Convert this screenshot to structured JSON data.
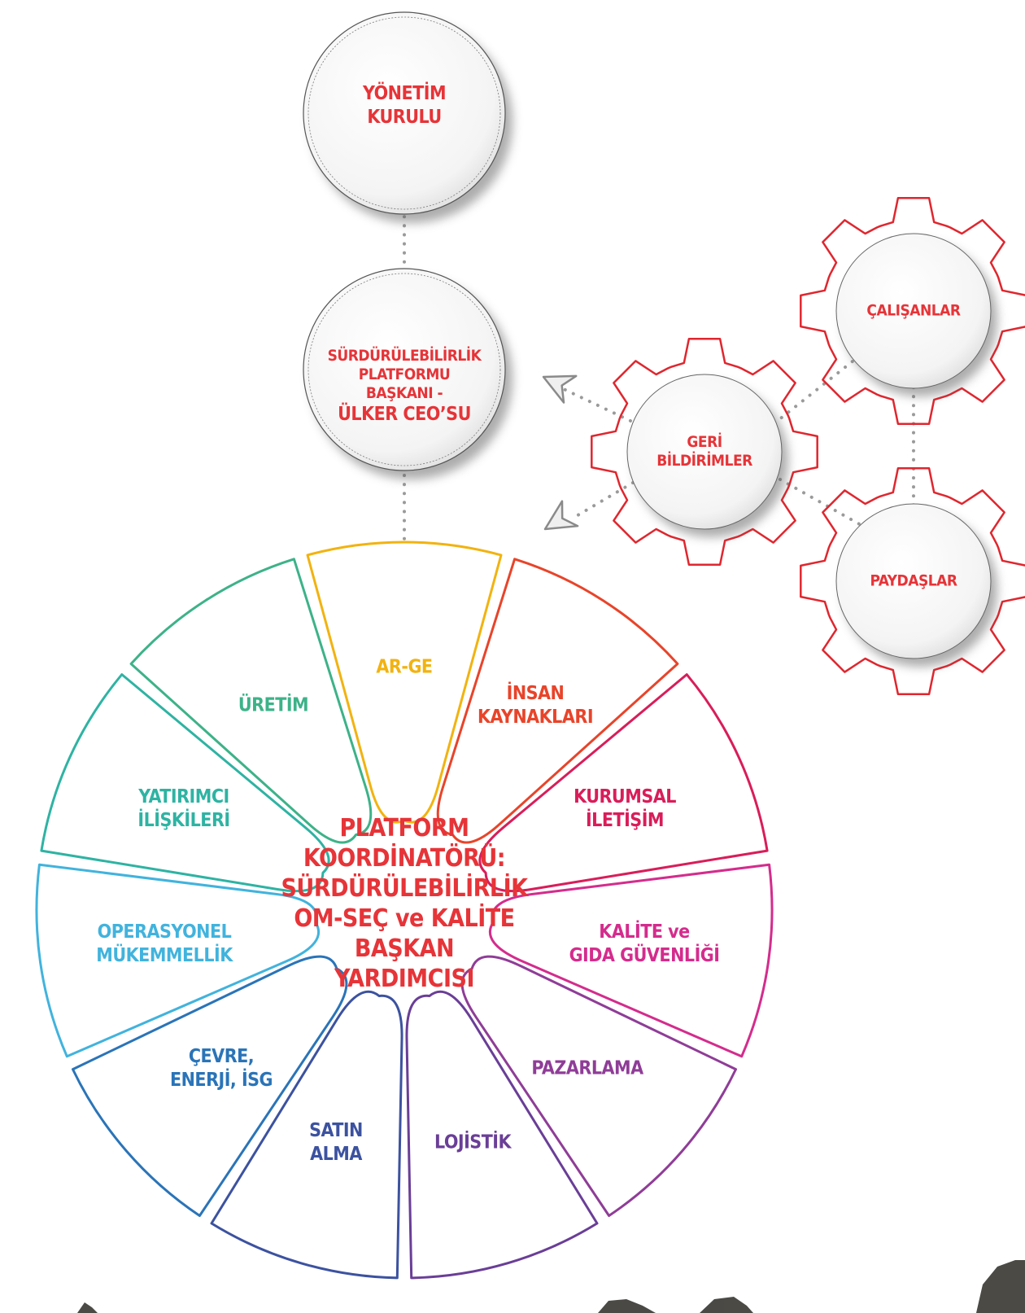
{
  "top_nodes": {
    "board": {
      "line1": "YÖNETİM",
      "line2": "KURULU"
    },
    "chair": {
      "line1": "SÜRDÜRÜLEBİLİRLİK",
      "line2": "PLATFORMU",
      "line3": "BAŞKANI -",
      "line4": "ÜLKER CEO’SU"
    }
  },
  "gears": {
    "feedback": {
      "line1": "GERİ",
      "line2": "BİLDİRİMLER"
    },
    "employees": {
      "label": "ÇALIŞANLAR"
    },
    "stakeholders": {
      "label": "PAYDAŞLAR"
    }
  },
  "wheel": {
    "center": {
      "line1": "PLATFORM",
      "line2": "KOORDİNATÖRÜ:",
      "line3": "SÜRDÜRÜLEBİLİRLİK",
      "line4": "OM-SEÇ ve KALİTE",
      "line5": "BAŞKAN",
      "line6": "YARDIMCISI"
    },
    "segments": [
      {
        "line1": "AR-GE",
        "line2": "",
        "color": "#f2b310"
      },
      {
        "line1": "İNSAN",
        "line2": "KAYNAKLARI",
        "color": "#e8442a"
      },
      {
        "line1": "KURUMSAL",
        "line2": "İLETİŞİM",
        "color": "#d91d5a"
      },
      {
        "line1": "KALİTE ve",
        "line2": "GIDA GÜVENLİĞİ",
        "color": "#d42c8d"
      },
      {
        "line1": "PAZARLAMA",
        "line2": "",
        "color": "#8f3d97"
      },
      {
        "line1": "LOJİSTİK",
        "line2": "",
        "color": "#6a3e97"
      },
      {
        "line1": "SATIN",
        "line2": "ALMA",
        "color": "#3c52a0"
      },
      {
        "line1": "ÇEVRE,",
        "line2": "ENERJİ, İSG",
        "color": "#2a74b8"
      },
      {
        "line1": "OPERASYONEL",
        "line2": "MÜKEMMELLİK",
        "color": "#41b3dd"
      },
      {
        "line1": "YATIRIMCI",
        "line2": "İLİŞKİLERİ",
        "color": "#2eb3a3"
      },
      {
        "line1": "ÜRETİM",
        "line2": "",
        "color": "#3db289"
      }
    ]
  },
  "colors": {
    "accent_red": "#e63438",
    "gear_outline": "#e0262e",
    "dots": "#9a9a9a"
  }
}
